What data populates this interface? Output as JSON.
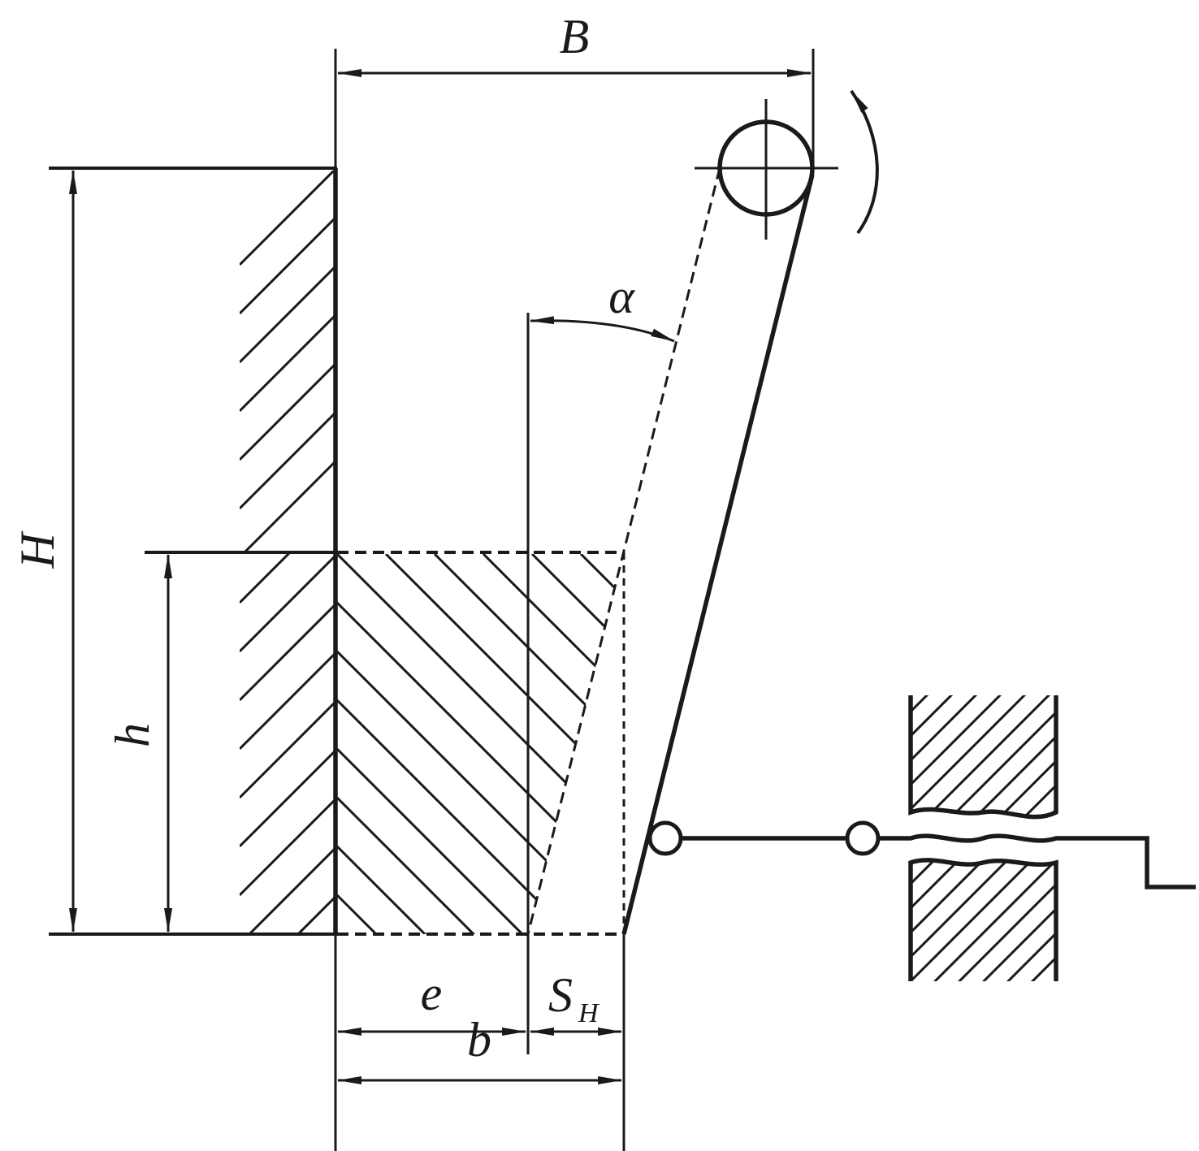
{
  "labels": {
    "B": "B",
    "H": "H",
    "h": "h",
    "alpha": "α",
    "e": "e",
    "S": "S",
    "S_sub": "H",
    "b": "b"
  }
}
